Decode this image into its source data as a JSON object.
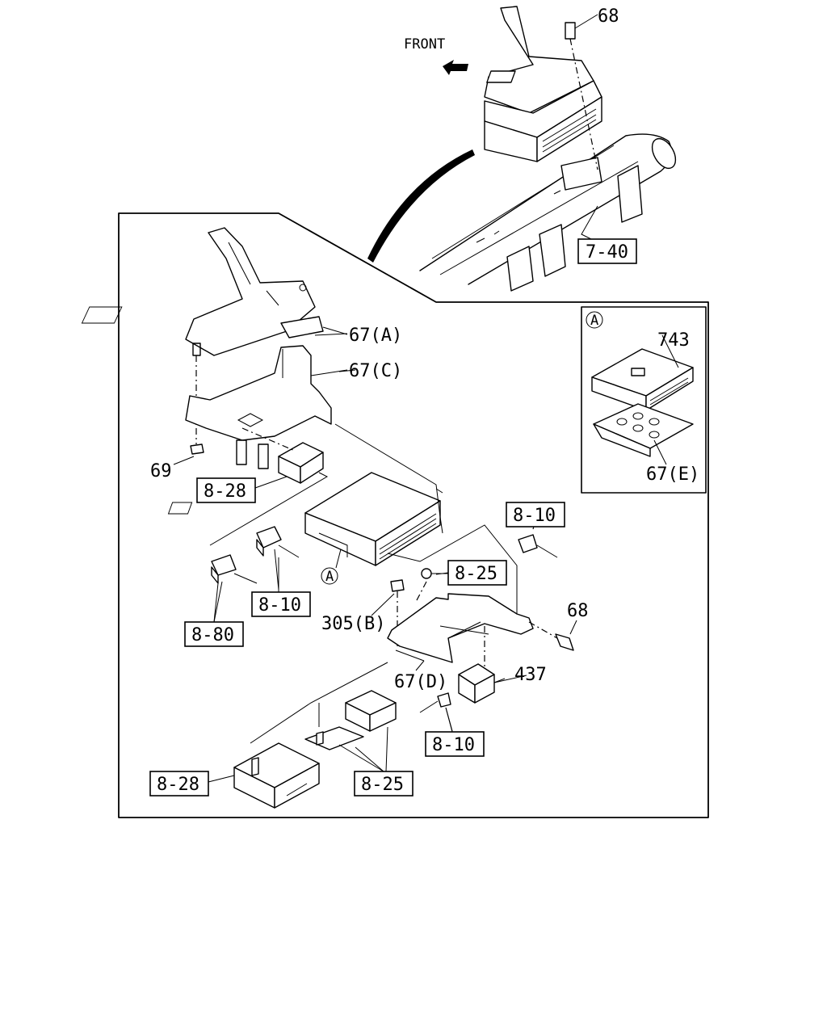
{
  "direction_label": "FRONT",
  "detail_marker": "A",
  "callouts": {
    "bolt_top": "68",
    "crossmember_ref": "7-40",
    "bracket_a": "67(A)",
    "bracket_c": "67(C)",
    "nut_69": "69",
    "ref_828_upper": "8-28",
    "ref_810_right": "8-10",
    "ref_825_mid": "8-25",
    "ref_810_left": "8-10",
    "ref_880": "8-80",
    "nut_305b": "305(B)",
    "bolt_68_lower": "68",
    "bracket_d": "67(D)",
    "relay_437": "437",
    "ref_810_lower": "8-10",
    "ref_828_lower": "8-28",
    "ref_825_lower": "8-25",
    "detail_743": "743",
    "detail_67e": "67(E)"
  }
}
